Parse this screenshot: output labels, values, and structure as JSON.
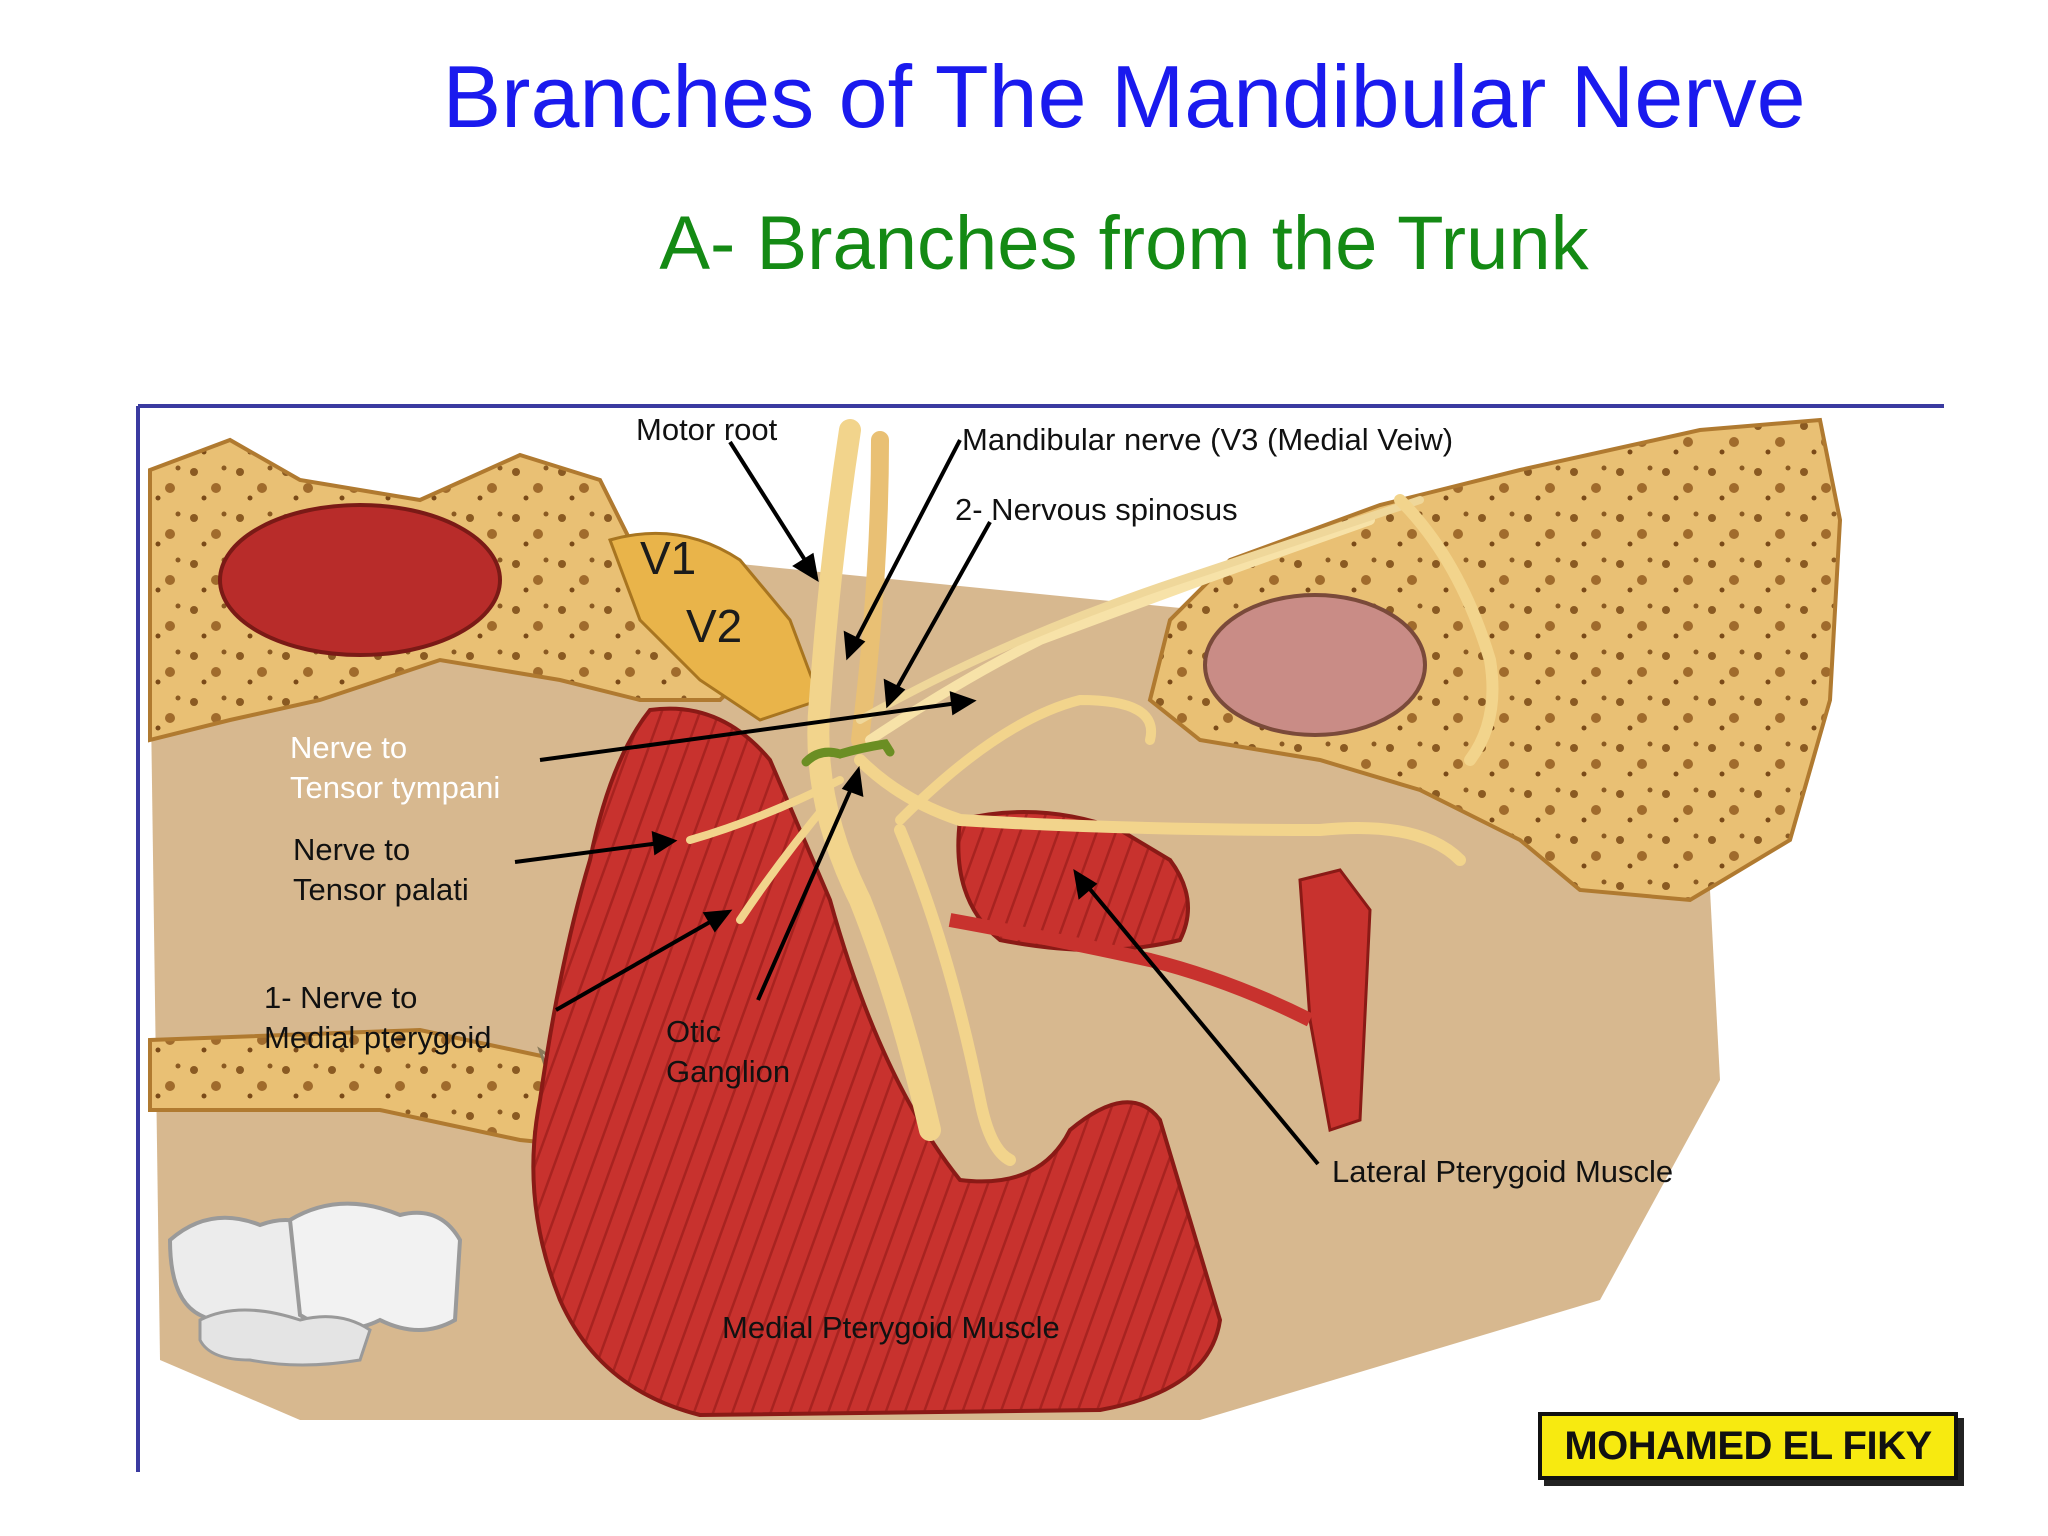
{
  "slide": {
    "title": "Branches of The Mandibular Nerve",
    "subtitle": "A- Branches from the Trunk"
  },
  "labels": {
    "motor_root": "Motor root",
    "mandibular_nerve": "Mandibular nerve (V3 (Medial Veiw)",
    "nervous_spinosus": "2- Nervous spinosus",
    "v1": "V1",
    "v2": "V2",
    "nerve_tensor_tympani": "Nerve to\nTensor tympani",
    "nerve_tensor_palati": "Nerve to\nTensor palati",
    "nerve_medial_pterygoid": "1- Nerve to\nMedial pterygoid",
    "otic_ganglion": "Otic\nGanglion",
    "lateral_pterygoid_muscle": "Lateral Pterygoid Muscle",
    "medial_pterygoid_muscle": "Medial Pterygoid Muscle"
  },
  "watermark": {
    "text": "MOHAMED EL FIKY"
  },
  "colors": {
    "title": "#1a1aee",
    "subtitle": "#148a14",
    "frame": "#3a3aa0",
    "bone": "#e9c074",
    "muscle": "#c8322e",
    "nerve": "#f2d48c",
    "background_tissue": "#c9a06a",
    "logo_fill": "#f7ea10"
  }
}
